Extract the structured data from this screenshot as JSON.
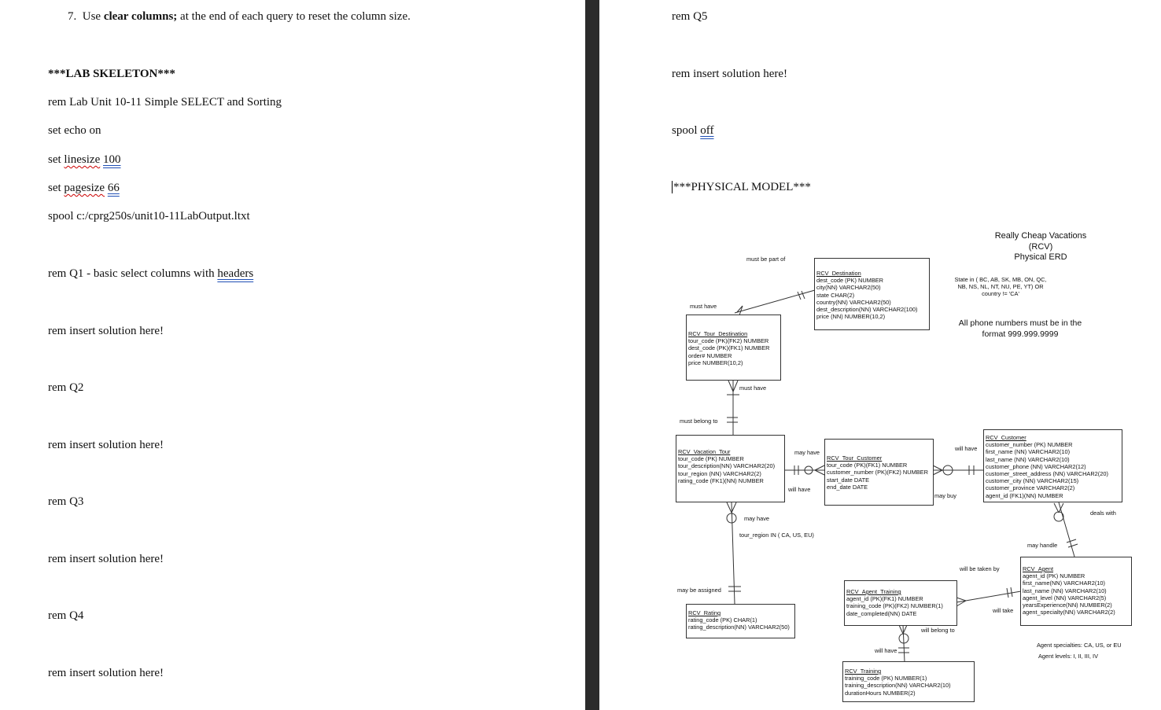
{
  "left_page": {
    "step7": {
      "num": "7.",
      "pre": "Use ",
      "bold": "clear columns;",
      "post": " at the end of each query to reset the column size."
    },
    "skeleton_heading": "***LAB SKELETON***",
    "rem_lab": "rem Lab Unit 10-11 Simple SELECT and Sorting",
    "set_echo": "set echo on",
    "set_linesize": {
      "cmd": "set ",
      "kw": "linesize",
      "val": "100"
    },
    "set_pagesize": {
      "cmd": "set ",
      "kw": "pagesize",
      "val": "66"
    },
    "spool_path": "spool c:/cprg250s/unit10-11LabOutput.ltxt",
    "rem_q1": {
      "text": "rem Q1 - basic select columns with ",
      "link": "headers"
    },
    "insert_1": "rem insert solution here!",
    "rem_q2": "rem Q2",
    "insert_2": "rem insert solution here!",
    "rem_q3": "rem Q3",
    "insert_3": "rem insert solution here!",
    "rem_q4": "rem Q4",
    "insert_4": "rem insert solution here!"
  },
  "right_page": {
    "rem_q5": "rem Q5",
    "insert_5": "rem insert solution here!",
    "spool_off": {
      "cmd": "spool ",
      "kw": "off"
    },
    "physical_heading": "***PHYSICAL MODEL***",
    "erd": {
      "title": [
        "Really Cheap Vacations",
        "(RCV)",
        "Physical ERD"
      ],
      "state_note": [
        "State in ( BC, AB, SK, MB, ON, QC,",
        "NB, NS, NL, NT, NU, PE, YT) OR",
        "country != 'CA'"
      ],
      "phone_note": [
        "All phone numbers must be in the",
        "format 999.999.9999"
      ],
      "agent_note": [
        "Agent specialties: CA, US, or EU",
        "Agent levels: I, II, III, IV"
      ],
      "entities": {
        "destination": {
          "name": "RCV_Destination",
          "attrs": [
            "dest_code (PK) NUMBER",
            "city(NN) VARCHAR2(50)",
            "state CHAR(2)",
            "country(NN) VARCHAR2(50)",
            "dest_description(NN)  VARCHAR2(100)",
            "price (NN) NUMBER(10,2)"
          ]
        },
        "tour_destination": {
          "name": "RCV_Tour_Destination",
          "attrs": [
            "tour_code (PK)(FK2)  NUMBER",
            "dest_code (PK)(FK1)  NUMBER",
            "order# NUMBER",
            "price NUMBER(10,2)"
          ]
        },
        "vacation_tour": {
          "name": "RCV_Vacation_Tour",
          "attrs": [
            "tour_code (PK) NUMBER",
            "tour_description(NN) VARCHAR2(20)",
            "tour_region (NN) VARCHAR2(2)",
            "rating_code (FK1)(NN) NUMBER"
          ]
        },
        "tour_customer": {
          "name": "RCV_Tour_Customer",
          "attrs": [
            "tour_code (PK)(FK1) NUMBER",
            "customer_number (PK)(FK2)  NUMBER",
            "start_date  DATE",
            "end_date  DATE"
          ]
        },
        "customer": {
          "name": "RCV_Customer",
          "attrs": [
            "customer_number (PK)  NUMBER",
            "first_name (NN) VARCHAR2(10)",
            "last_name  (NN) VARCHAR2(10)",
            "customer_phone (NN)  VARCHAR2(12)",
            "customer_street_address (NN) VARCHAR2(20)",
            "customer_city (NN) VARCHAR2(15)",
            "customer_province  VARCHAR2(2)",
            "agent_id (FK1)(NN)        NUMBER"
          ]
        },
        "rating": {
          "name": "RCV_Rating",
          "attrs": [
            "rating_code (PK)  CHAR(1)",
            "rating_description(NN) VARCHAR2(50)"
          ]
        },
        "agent_training": {
          "name": "RCV_Agent_Training",
          "attrs": [
            "agent_id (PK)(FK1) NUMBER",
            "training_code (PK)(FK2) NUMBER(1)",
            "date_completed(NN) DATE"
          ]
        },
        "agent": {
          "name": "RCV_Agent",
          "attrs": [
            "agent_id (PK)      NUMBER",
            "first_name(NN) VARCHAR2(10)",
            "last_name (NN) VARCHAR2(10)",
            "agent_level (NN) VARCHAR2(5)",
            "yearsExperience(NN) NUMBER(2)",
            "agent_specialty(NN)  VARCHAR2(2)"
          ]
        },
        "training": {
          "name": "RCV_Training",
          "attrs": [
            "training_code (PK)  NUMBER(1)",
            "training_description(NN) VARCHAR2(10)",
            "durationHours  NUMBER(2)"
          ]
        }
      },
      "labels": {
        "must_be_part_of": "must be part of",
        "must_have_1": "must have",
        "must_have_2": "must have",
        "must_belong_to": "must belong to",
        "may_have_1": "may have",
        "will_have_1": "will have",
        "will_have_2": "will have",
        "may_buy": "may buy",
        "may_have_2": "may have",
        "tour_region_in": "tour_region IN ( CA, US, EU)",
        "deals_with": "deals with",
        "may_handle": "may handle",
        "will_be_taken_by": "will be taken by",
        "will_take": "will take",
        "may_be_assigned": "may be assigned",
        "will_belong_to": "will belong to",
        "will_have_3": "will have"
      }
    }
  }
}
